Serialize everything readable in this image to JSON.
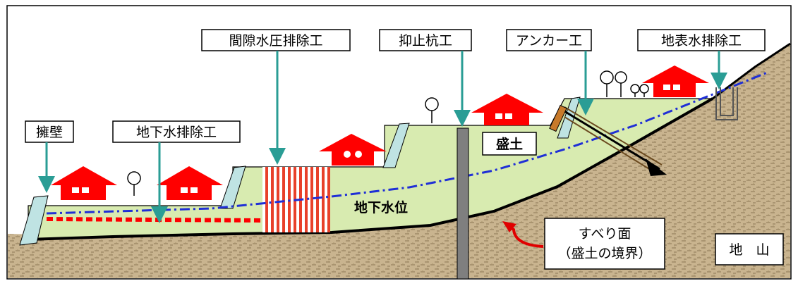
{
  "colors": {
    "ground_fill": "#c9b48f",
    "embankment_fill": "#d8ebb0",
    "house_red": "#ff0000",
    "arrow_teal": "#2a9d95",
    "groundwater_blue": "#1f2fd6",
    "wall_fill": "#bfe3e3",
    "pile_gray": "#7f7f7f",
    "slip_arrow_red": "#e00000"
  },
  "labels": {
    "retaining_wall": "擁壁",
    "groundwater_drainage": "地下水排除工",
    "pore_pressure_drainage": "間隙水圧排除工",
    "restraint_pile": "抑止杭工",
    "anchor_work": "アンカー工",
    "surface_water_drainage": "地表水排除工",
    "embankment": "盛土",
    "groundwater_level": "地下水位",
    "slip_surface_line1": "すべり面",
    "slip_surface_line2": "（盛土の境界）",
    "bedrock": "地　山"
  }
}
